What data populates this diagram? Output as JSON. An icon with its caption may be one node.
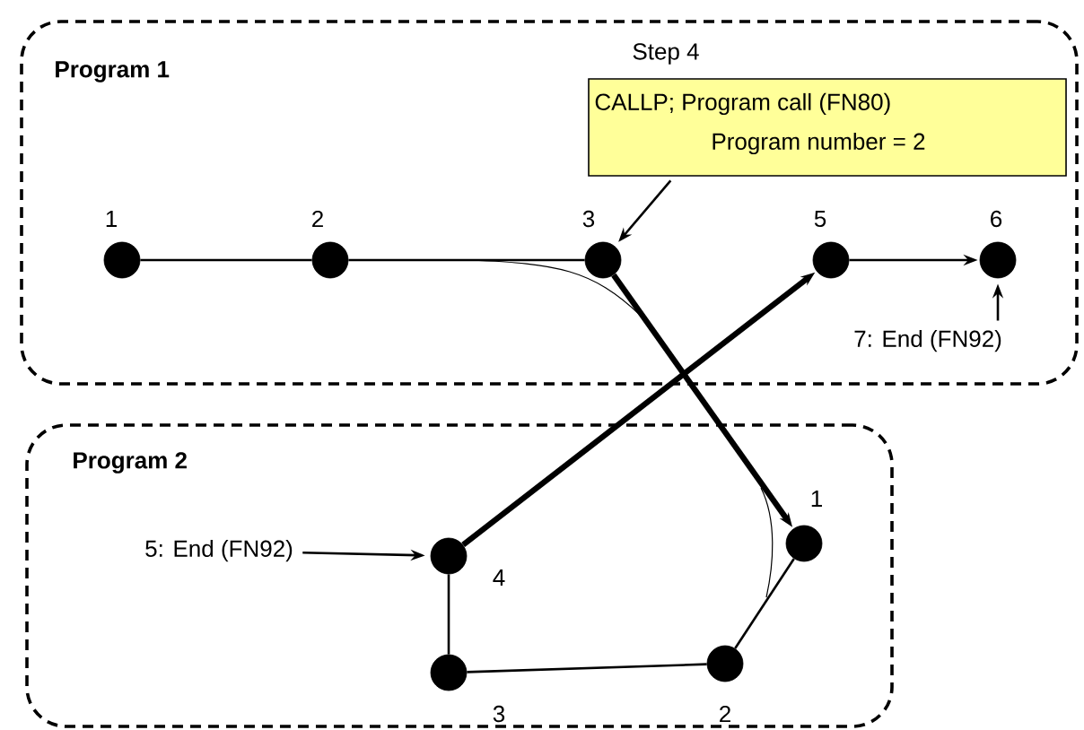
{
  "diagram": {
    "nodes": [
      {
        "text": [
          "Program 1"
        ]
      },
      {
        "text": [
          "Step 4",
          "CALLP; Program call (FN80)",
          "Program number = 2"
        ],
        "in": 0
      },
      {
        "text": [],
        "shape": "circle",
        "beside": [
          "1"
        ],
        "in": 0
      },
      {
        "text": [],
        "shape": "circle",
        "beside": [
          "2"
        ],
        "in": 0
      },
      {
        "text": [],
        "shape": "circle",
        "beside": [
          "3"
        ],
        "in": 0
      },
      {
        "text": [],
        "shape": "circle",
        "beside": [
          "5"
        ],
        "in": 0
      },
      {
        "text": [],
        "shape": "circle",
        "beside": [
          "6"
        ],
        "in": 0
      },
      {
        "text": [
          "7: End (FN92)"
        ],
        "in": 0
      },
      {
        "text": [
          "Program 2"
        ]
      },
      {
        "text": [
          "5: End (FN92)"
        ],
        "in": 8
      },
      {
        "text": [],
        "shape": "circle",
        "beside": [
          "4"
        ],
        "in": 8
      },
      {
        "text": [],
        "shape": "circle",
        "beside": [
          "1"
        ],
        "in": 8
      },
      {
        "text": [],
        "shape": "circle",
        "beside": [
          "3"
        ],
        "in": 8
      },
      {
        "text": [],
        "shape": "circle",
        "beside": [
          "2"
        ],
        "in": 8
      }
    ],
    "edges": [
      {
        "from": 2,
        "to": 3,
        "arrow": "none"
      },
      {
        "from": 3,
        "to": 4,
        "arrow": "none"
      },
      {
        "from": 4,
        "to": 11,
        "arrow": "to",
        "style": "thick"
      },
      {
        "from": 11,
        "to": 13,
        "arrow": "none"
      },
      {
        "from": 13,
        "to": 12,
        "arrow": "none"
      },
      {
        "from": 12,
        "to": 10,
        "arrow": "none"
      },
      {
        "from": 10,
        "to": 5,
        "arrow": "to",
        "style": "thick"
      },
      {
        "from": 5,
        "to": 6,
        "arrow": "to"
      },
      {
        "from": 7,
        "to": 6,
        "arrow": "to"
      },
      {
        "from": 9,
        "to": 10,
        "arrow": "to"
      },
      {
        "from": 1,
        "to": 4,
        "arrow": "to"
      }
    ]
  }
}
